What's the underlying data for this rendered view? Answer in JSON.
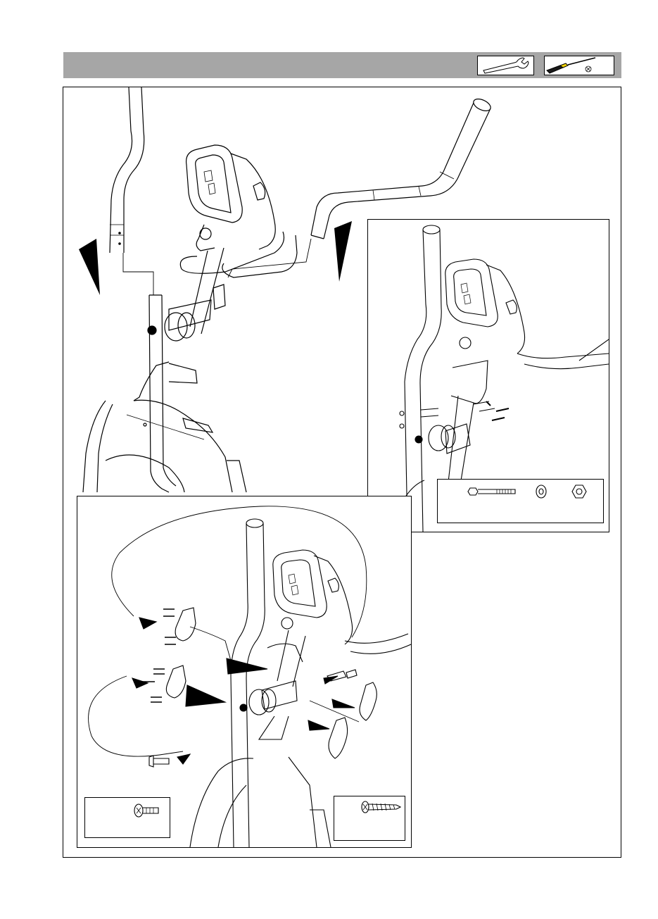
{
  "page": {
    "header": {
      "tools": [
        {
          "name": "wrench",
          "icon": "wrench-icon"
        },
        {
          "name": "phillips-screwdriver",
          "icon": "phillips-screwdriver-icon"
        }
      ]
    },
    "main_illustration": {
      "icon": "elliptical-trainer-assembly-illustration"
    },
    "detail_panels": [
      {
        "icon": "handlebar-bolt-assembly-illustration",
        "hardware": [
          "hex-bolt-icon",
          "washer-icon",
          "nylon-nut-icon"
        ]
      },
      {
        "icon": "handlebar-cover-assembly-illustration",
        "hardware_left": [
          "machine-screw-icon"
        ],
        "hardware_right": [
          "tapping-screw-icon"
        ]
      }
    ],
    "colors": {
      "header_bar": "#a6a6a6",
      "line": "#000000",
      "background": "#ffffff",
      "screwdriver_accent": "#f2d400"
    }
  }
}
